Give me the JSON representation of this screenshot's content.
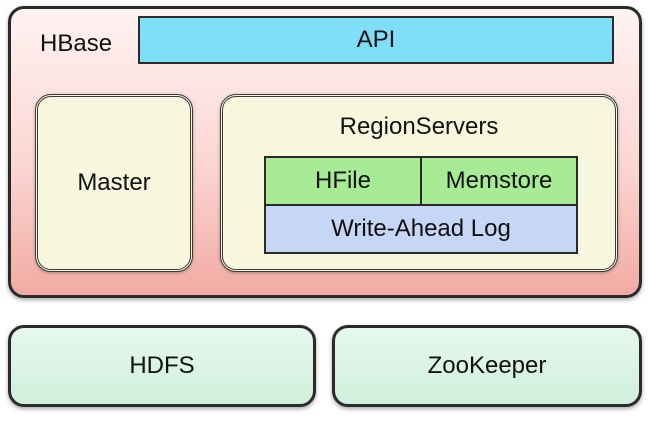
{
  "hbase": {
    "label": "HBase",
    "api_label": "API"
  },
  "master": {
    "label": "Master"
  },
  "region_servers": {
    "label": "RegionServers",
    "hfile_label": "HFile",
    "memstore_label": "Memstore",
    "wal_label": "Write-Ahead Log"
  },
  "storage": {
    "hdfs_label": "HDFS",
    "zookeeper_label": "ZooKeeper"
  },
  "colors": {
    "hbase_fill": "#f2aaa3",
    "api_fill": "#7fdff8",
    "component_fill": "#f6f7dc",
    "hfile_memstore_fill": "#a8eb95",
    "wal_fill": "#c6d6f6",
    "storage_fill": "#d8f4e4"
  }
}
